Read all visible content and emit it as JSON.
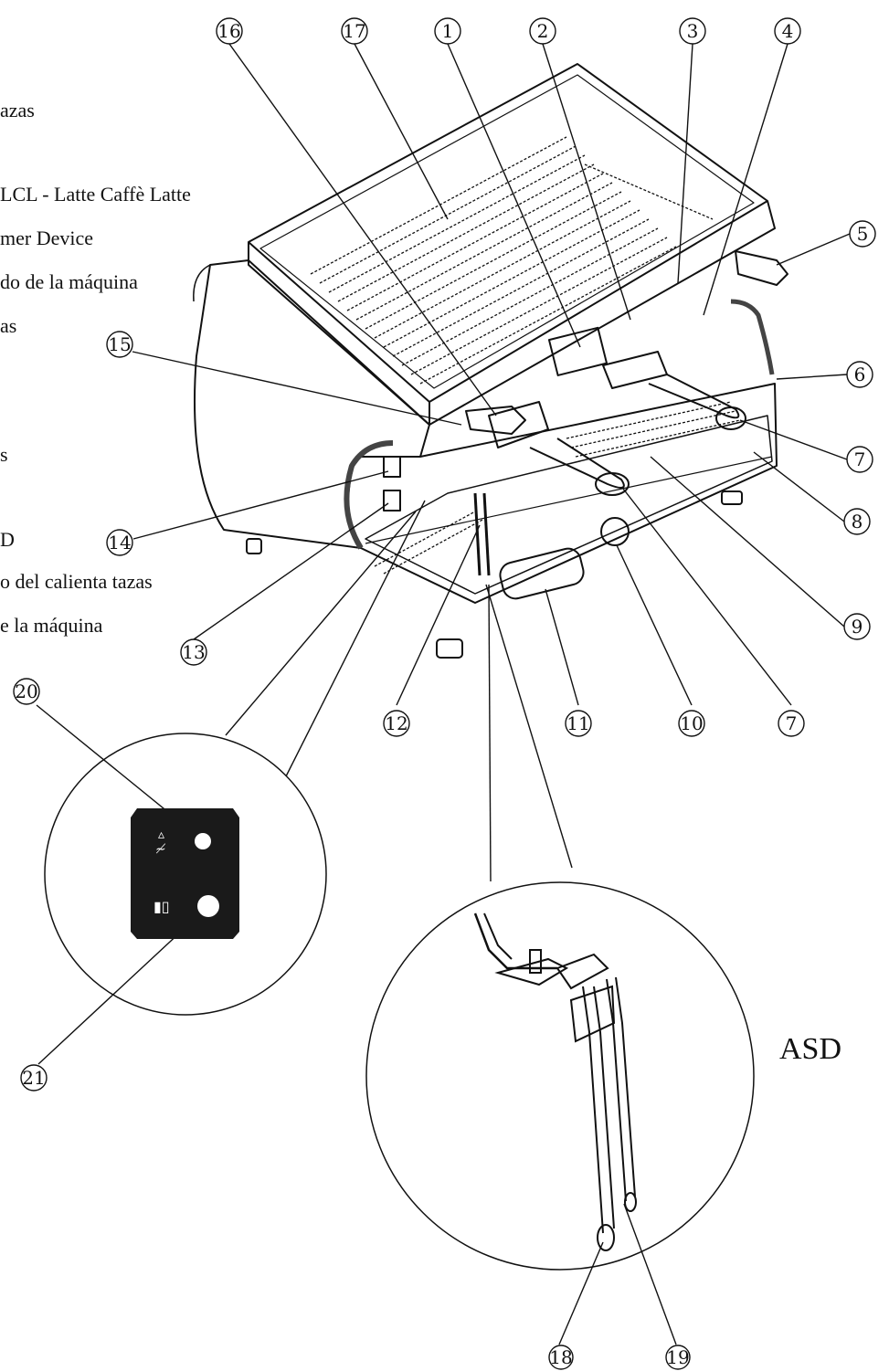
{
  "legend": {
    "lines": [
      "azas",
      "LCL - Latte Caffè Latte",
      "mer Device",
      "do de la máquina",
      "as",
      "s",
      "D",
      "o del calienta tazas",
      "e la máquina"
    ]
  },
  "callouts": [
    "16",
    "17",
    "1",
    "2",
    "3",
    "4",
    "5",
    "6",
    "7",
    "8",
    "9",
    "7",
    "10",
    "11",
    "12",
    "13",
    "14",
    "15",
    "20",
    "21",
    "18",
    "19"
  ],
  "detail": {
    "asd_label": "ASD"
  },
  "colors": {
    "ink": "#111111",
    "panel": "#1a1a1a",
    "paper": "#ffffff"
  }
}
